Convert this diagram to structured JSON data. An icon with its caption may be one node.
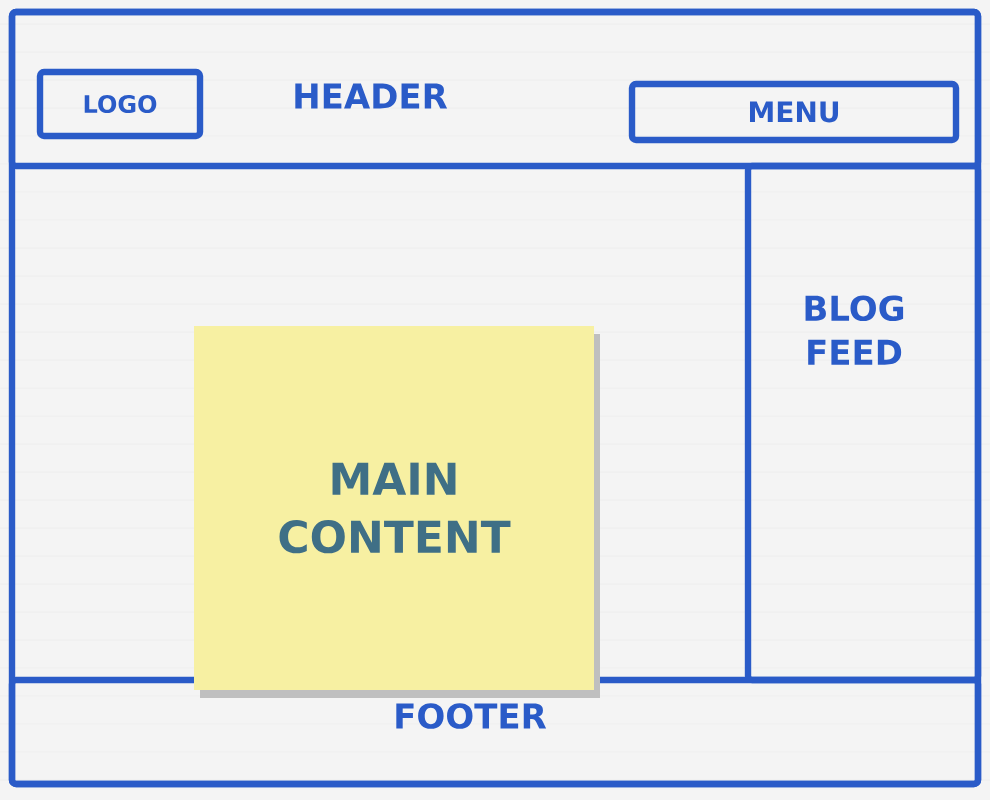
{
  "diagram": {
    "nodes": [
      {
        "text": [],
        "shape": "box"
      },
      {
        "text": [
          "HEADER"
        ],
        "in": 0
      },
      {
        "text": [
          "LOGO"
        ],
        "in": 1
      },
      {
        "text": [
          "MENU"
        ],
        "in": 1
      },
      {
        "text": [
          "BLOG FEED"
        ],
        "in": 0
      },
      {
        "text": [
          "MAIN CONTENT"
        ],
        "in": 0
      },
      {
        "text": [
          "FOOTER"
        ],
        "in": 0
      }
    ]
  }
}
